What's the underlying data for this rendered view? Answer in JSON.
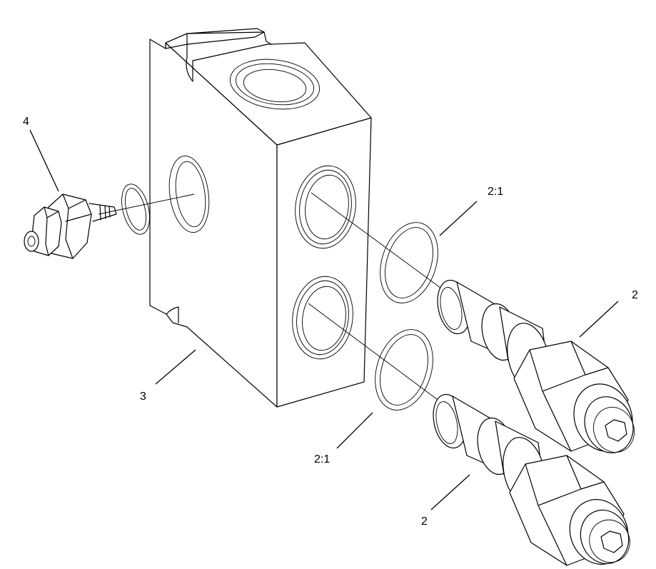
{
  "callouts": {
    "item_4": "4",
    "item_3": "3",
    "item_2_1_upper": "2:1",
    "item_2_1_lower": "2:1",
    "item_2_upper": "2",
    "item_2_lower": "2"
  }
}
